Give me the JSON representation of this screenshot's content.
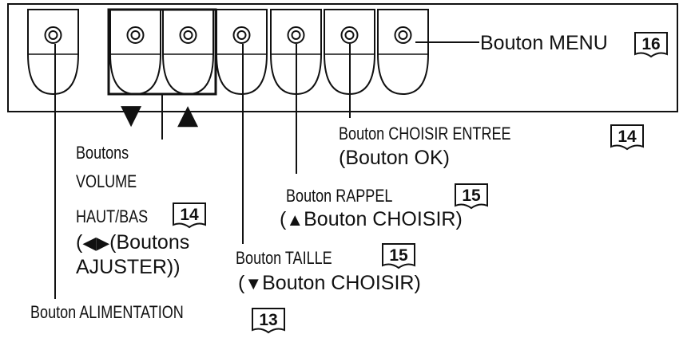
{
  "labels": {
    "menu": "Bouton MENU",
    "menu_ref": "16",
    "input_line1": "Bouton CHOISIR ENTREE",
    "input_line2": "(Bouton OK)",
    "input_ref": "14",
    "recall_line1": "Bouton RAPPEL",
    "recall_line2_pre": "(",
    "recall_line2_tri": "▲",
    "recall_line2_post": "Bouton CHOISIR)",
    "recall_ref": "15",
    "volume_line1": "Boutons",
    "volume_line2": "VOLUME",
    "volume_line3": "HAUT/BAS",
    "volume_ref": "14",
    "volume_line4_pre": "(",
    "volume_line4_tri": "◀▶",
    "volume_line4_post": "(Boutons",
    "volume_line5": "AJUSTER))",
    "size_line1": "Bouton TAILLE",
    "size_ref": "15",
    "size_line2_pre": "(",
    "size_line2_tri": "▼",
    "size_line2_post": "Bouton CHOISIR)",
    "power": "Bouton ALIMENTATION",
    "power_ref": "13"
  },
  "panel_marks": {
    "down_arrow": "▼",
    "up_arrow": "▲"
  },
  "colors": {
    "ink": "#111111",
    "background": "#ffffff"
  }
}
